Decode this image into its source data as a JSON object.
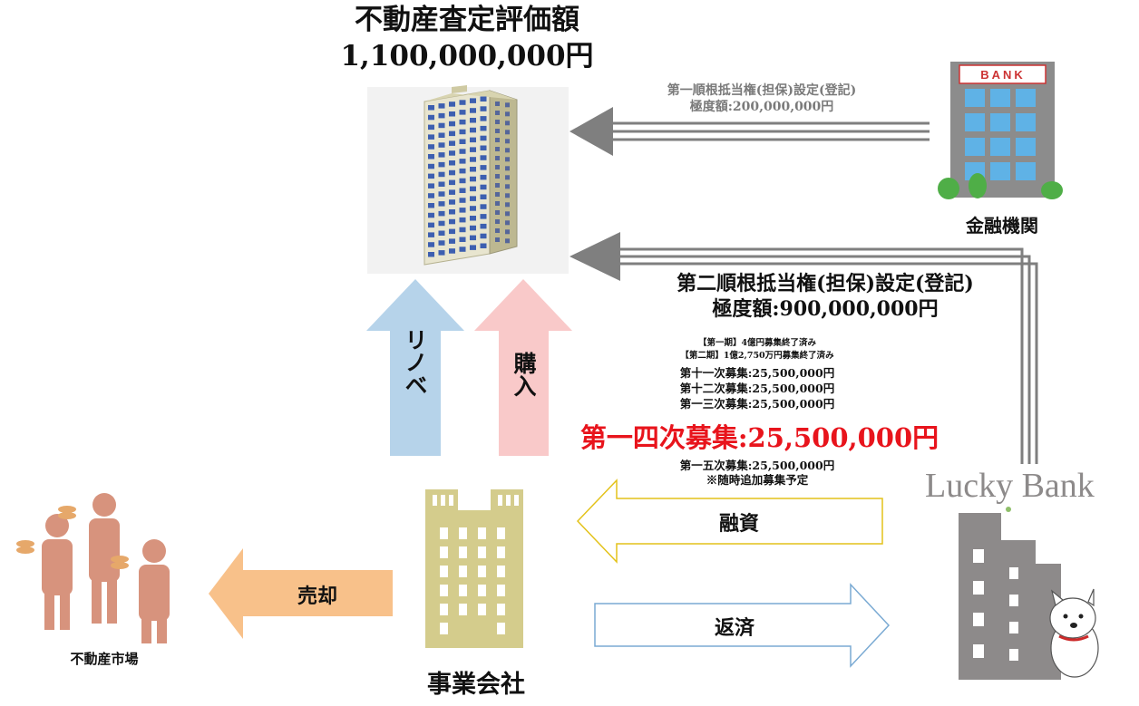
{
  "appraisal": {
    "title": "不動産査定評価額",
    "amount": "1,100,000,000円"
  },
  "bank": {
    "sign": "BANK",
    "label": "金融機関",
    "first_lien": {
      "line1": "第一順根抵当権(担保)設定(登記)",
      "line2": "極度額:200,000,000円"
    }
  },
  "second_lien": {
    "line1": "第二順根抵当権(担保)設定(登記)",
    "line2": "極度額:900,000,000円"
  },
  "arrows": {
    "renovation": "リノベ",
    "purchase": "購入",
    "financing": "融資",
    "repayment": "返済",
    "sale": "売却"
  },
  "fundraising": {
    "lines_small": [
      "【第一期】4億円募集終了済み",
      "【第二期】1億2,750万円募集終了済み"
    ],
    "lines_mid": [
      "第十一次募集:25,500,000円",
      "第十二次募集:25,500,000円",
      "第一三次募集:25,500,000円"
    ],
    "highlight": "第一四次募集:25,500,000円",
    "lines_after": [
      "第一五次募集:25,500,000円",
      "※随時追加募集予定"
    ]
  },
  "lucky_bank": {
    "name": "Lucky Bank"
  },
  "company": {
    "label": "事業会社"
  },
  "market": {
    "label": "不動産市場"
  },
  "colors": {
    "highlight_red": "#e8141c",
    "renovation_blue": "#b6d3ea",
    "purchase_pink": "#f9c9c9",
    "sale_orange": "#f8c18a",
    "financing_border": "#e3c21a",
    "repayment_border": "#7aaad3",
    "company_olive": "#d4cc8c",
    "lucky_building_gray": "#8d8a8a",
    "people": "#d7937d",
    "lien_arrow_gray": "#7f7f7f"
  }
}
